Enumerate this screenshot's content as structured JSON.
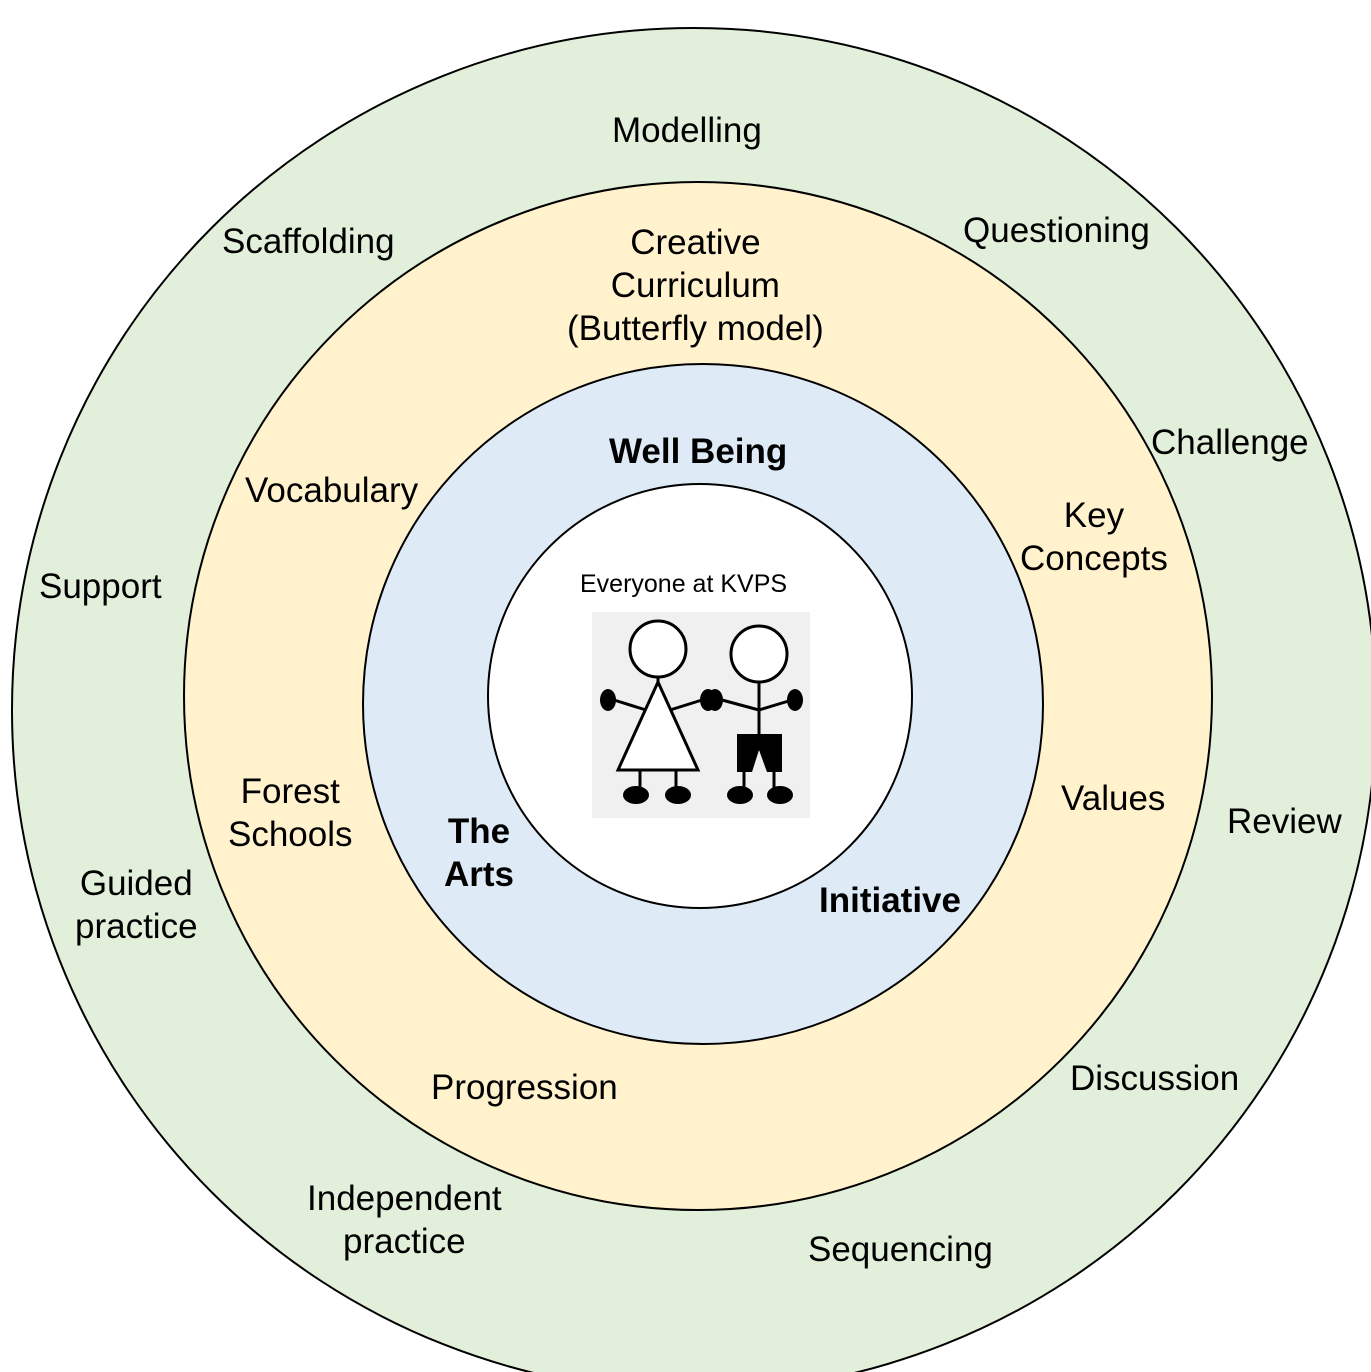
{
  "colors": {
    "outer_ring": "#e2efda",
    "middle_ring": "#fff2cc",
    "inner_ring": "#deebf7",
    "center": "#ffffff",
    "stroke": "#000000"
  },
  "rings": {
    "outer": {
      "items": [
        "Modelling",
        "Questioning",
        "Challenge",
        "Review",
        "Discussion",
        "Sequencing",
        "Independent\npractice",
        "Guided\npractice",
        "Support",
        "Scaffolding"
      ]
    },
    "middle": {
      "items": [
        "Creative\nCurriculum\n(Butterfly model)",
        "Key\nConcepts",
        "Values",
        "Progression",
        "Forest\nSchools",
        "Vocabulary"
      ]
    },
    "inner": {
      "items": [
        "Well Being",
        "Initiative",
        "The\nArts"
      ]
    },
    "center": {
      "title": "Everyone at KVPS",
      "image": "stick-figures-girl-and-boy-icon"
    }
  }
}
